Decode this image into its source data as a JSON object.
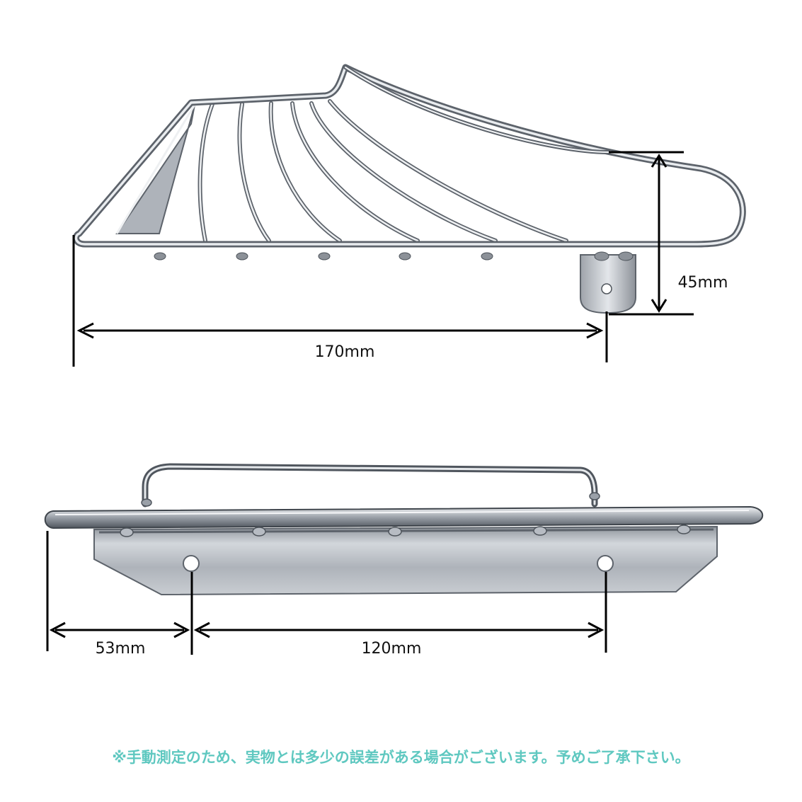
{
  "colors": {
    "note": "#5fc8c0",
    "dimension_line": "#000000",
    "steel_light": "#e9ecef",
    "steel_mid": "#b7bcc3",
    "steel_dark": "#5d636b"
  },
  "side_view": {
    "width_label": "170mm",
    "height_label": "45mm"
  },
  "front_view": {
    "edge_to_hole_label": "53mm",
    "hole_spacing_label": "120mm"
  },
  "note": {
    "text": "※手動測定のため、実物とは多少の誤差がある場合がございます。予めご了承下さい。"
  }
}
